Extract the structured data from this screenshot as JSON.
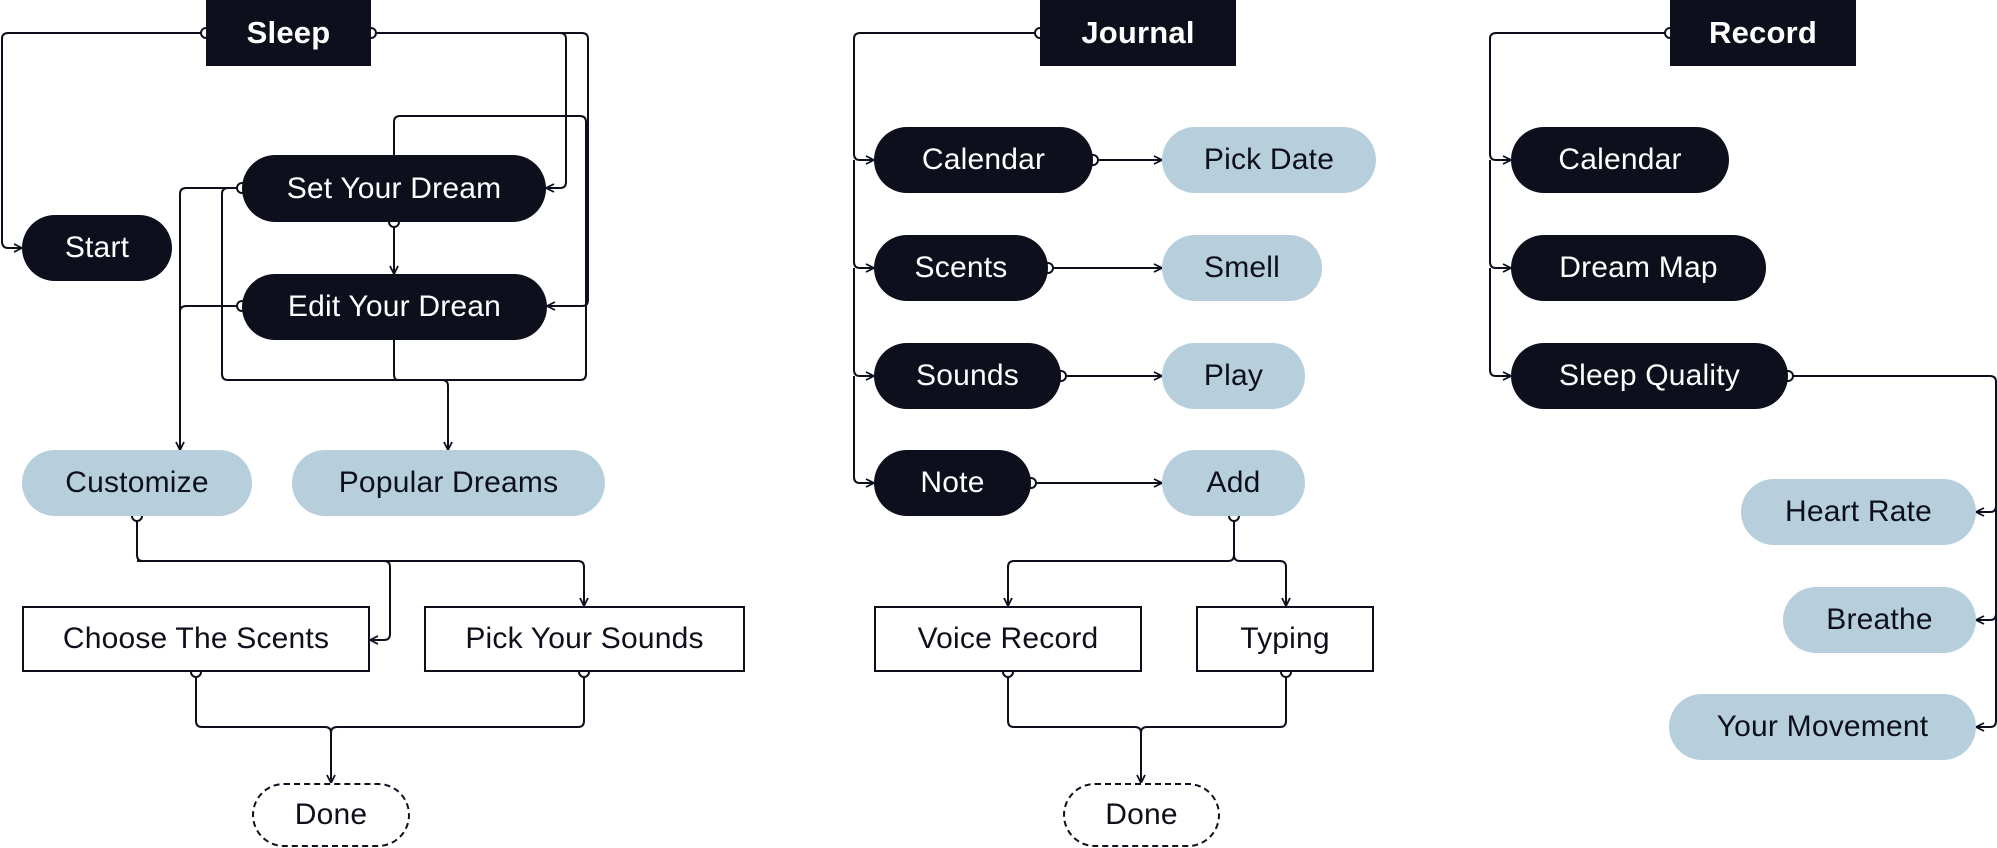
{
  "colors": {
    "dark": "#0e0f1c",
    "light": "#b7cfdc",
    "line": "#0e0f1c"
  },
  "sleep": {
    "title": "Sleep",
    "start": "Start",
    "set_your_dream": "Set Your Dream",
    "edit_your_dream": "Edit Your Drean",
    "customize": "Customize",
    "popular_dreams": "Popular Dreams",
    "choose_the_scents": "Choose The Scents",
    "pick_your_sounds": "Pick Your Sounds",
    "done": "Done"
  },
  "journal": {
    "title": "Journal",
    "calendar": "Calendar",
    "pick_date": "Pick Date",
    "scents": "Scents",
    "smell": "Smell",
    "sounds": "Sounds",
    "play": "Play",
    "note": "Note",
    "add": "Add",
    "voice_record": "Voice Record",
    "typing": "Typing",
    "done": "Done"
  },
  "record": {
    "title": "Record",
    "calendar": "Calendar",
    "dream_map": "Dream Map",
    "sleep_quality": "Sleep Quality",
    "heart_rate": "Heart Rate",
    "breathe": "Breathe",
    "your_movement": "Your Movement"
  }
}
